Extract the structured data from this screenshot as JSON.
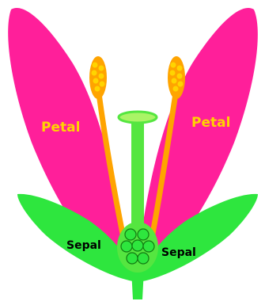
{
  "labels": {
    "petal_left": "Petal",
    "petal_right": "Petal",
    "sepal_left": "Sepal",
    "sepal_right": "Sepal"
  },
  "colors": {
    "petal": "#ff1f9a",
    "sepal": "#2ee63e",
    "pistil_style": "#55e640",
    "stigma": "#aaf466",
    "stamen": "#ffa400",
    "pollen": "#ffd400",
    "ovary_outline": "#117a11",
    "petal_label": "#ffd400",
    "sepal_label": "#000000"
  }
}
